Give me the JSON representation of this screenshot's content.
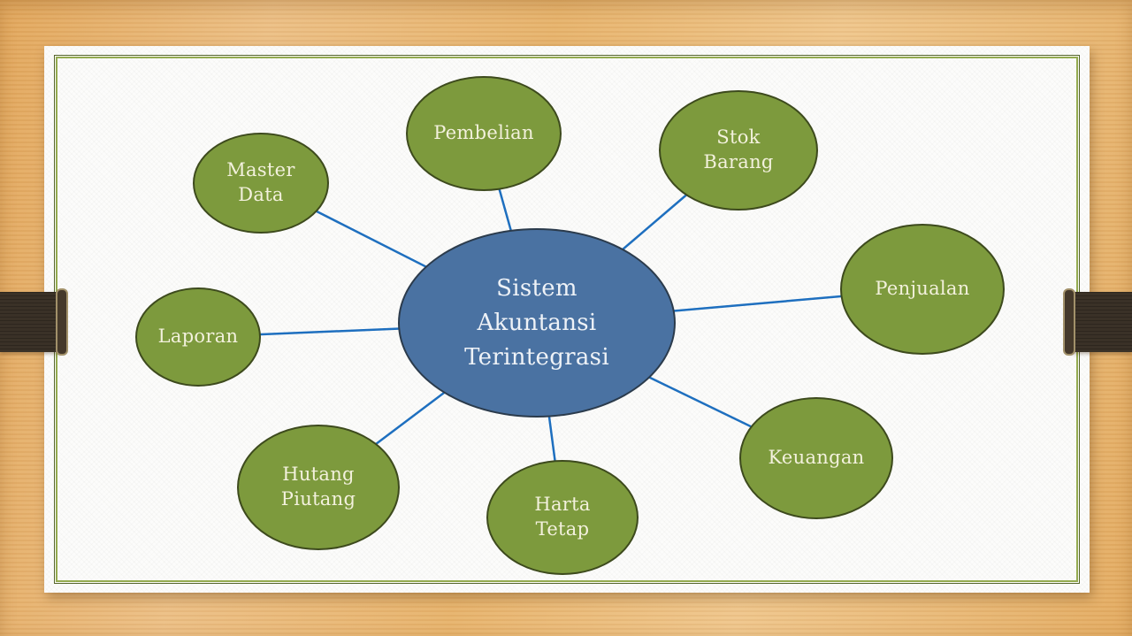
{
  "diagram": {
    "center": {
      "id": "sistem-akuntansi-terintegrasi",
      "label": "Sistem Akuntansi Terintegrasi"
    },
    "nodes": [
      {
        "id": "master-data",
        "label": "Master Data"
      },
      {
        "id": "pembelian",
        "label": "Pembelian"
      },
      {
        "id": "stok-barang",
        "label": "Stok Barang"
      },
      {
        "id": "penjualan",
        "label": "Penjualan"
      },
      {
        "id": "keuangan",
        "label": "Keuangan"
      },
      {
        "id": "harta-tetap",
        "label": "Harta Tetap"
      },
      {
        "id": "hutang-piutang",
        "label": "Hutang Piutang"
      },
      {
        "id": "laporan",
        "label": "Laporan"
      }
    ],
    "connections": [
      [
        "center",
        "master-data"
      ],
      [
        "center",
        "pembelian"
      ],
      [
        "center",
        "stok-barang"
      ],
      [
        "center",
        "penjualan"
      ],
      [
        "center",
        "keuangan"
      ],
      [
        "center",
        "harta-tetap"
      ],
      [
        "center",
        "hutang-piutang"
      ],
      [
        "center",
        "laporan"
      ]
    ]
  },
  "colors": {
    "wood_background": "#eab96f",
    "slide_background": "#fcfcfb",
    "frame_outer_green": "#55652a",
    "frame_inner_green": "#94ab50",
    "ribbon_brown": "#3a3127",
    "ribbon_cap_trim": "#a2916a",
    "node_green_fill": "#7d9a3d",
    "node_green_border": "#3d4a1d",
    "node_green_text": "#f3f1dd",
    "center_blue_fill": "#4a72a2",
    "center_blue_border": "#2b3b4c",
    "center_text": "#eef2f7",
    "connector_blue": "#1e6fbf"
  }
}
